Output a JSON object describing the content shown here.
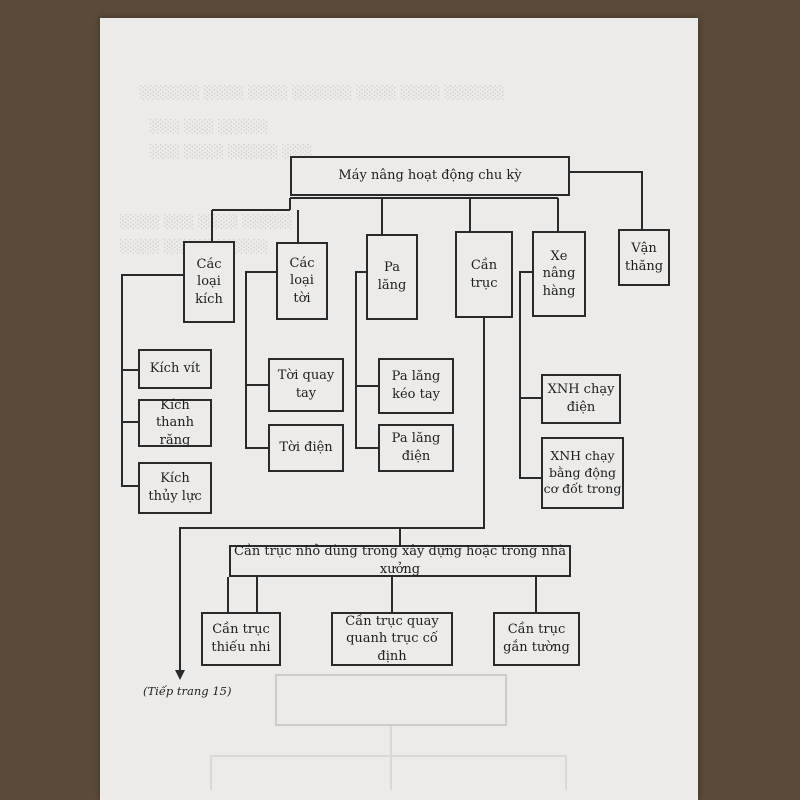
{
  "diagram": {
    "root": "Máy nâng hoạt động chu kỳ",
    "categories": {
      "kich": "Các\nloại\nkích",
      "toi": "Các\nloại\ntời",
      "palang": "Pa\nlăng",
      "cantruc": "Cần\ntrục",
      "xenanghang": "Xe\nnâng\nhàng",
      "vanthang": "Vận\nthăng"
    },
    "kich_types": [
      "Kích vít",
      "Kích\nthanh răng",
      "Kích\nthủy lực"
    ],
    "toi_types": [
      "Tời quay\ntay",
      "Tời điện"
    ],
    "palang_types": [
      "Pa lăng\nkéo tay",
      "Pa lăng\nđiện"
    ],
    "xnh_types": [
      "XNH chạy\nđiện",
      "XNH chạy\nbằng động\ncơ đốt trong"
    ],
    "small_crane": "Cần trục nhỏ dùng trong xây dựng hoặc trong nhà xưởng",
    "small_crane_types": [
      "Cần trục\nthiếu nhi",
      "Cần trục quay\nquanh trục cố định",
      "Cần trục\ngắn tường"
    ],
    "continue_note": "(Tiếp trang 15)"
  }
}
